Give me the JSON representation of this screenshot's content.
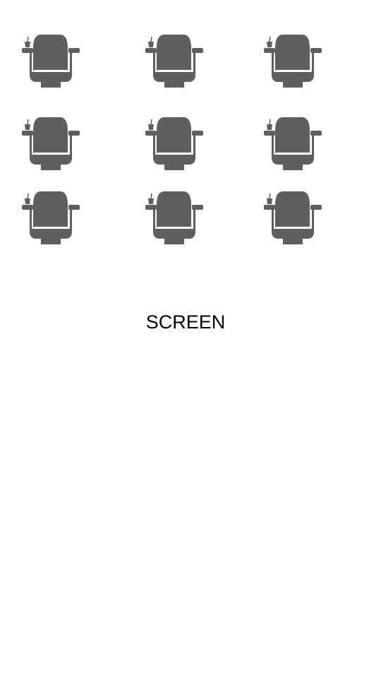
{
  "seat_icon": "movie-seat-with-drink-icon",
  "seat_color": "#5f5f5f",
  "seats": [
    {
      "row": 1,
      "col": 1
    },
    {
      "row": 1,
      "col": 2
    },
    {
      "row": 1,
      "col": 3
    },
    {
      "row": 2,
      "col": 1
    },
    {
      "row": 2,
      "col": 2
    },
    {
      "row": 2,
      "col": 3
    },
    {
      "row": 3,
      "col": 1
    },
    {
      "row": 3,
      "col": 2
    },
    {
      "row": 3,
      "col": 3
    }
  ],
  "screen_label": "SCREEN"
}
